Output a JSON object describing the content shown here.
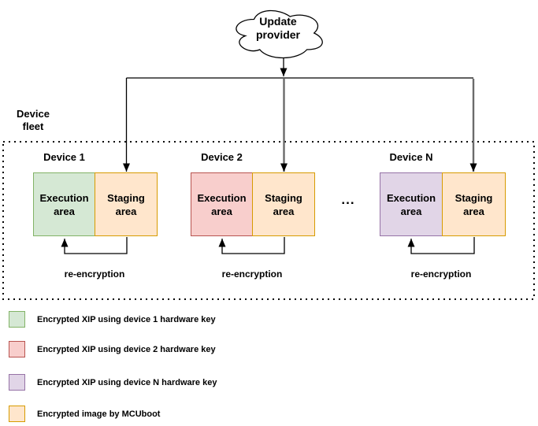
{
  "cloud": {
    "label": "Update\nprovider"
  },
  "fleet": {
    "label": "Device\nfleet"
  },
  "ellipsis": "...",
  "devices": [
    {
      "name": "Device 1",
      "execution": {
        "label": "Execution\narea",
        "fill": "#d5e8d4",
        "stroke": "#82b366"
      },
      "staging": {
        "label": "Staging\narea",
        "fill": "#ffe6cc",
        "stroke": "#d79b00"
      },
      "reencryption": "re-encryption"
    },
    {
      "name": "Device 2",
      "execution": {
        "label": "Execution\narea",
        "fill": "#f8cecc",
        "stroke": "#b85450"
      },
      "staging": {
        "label": "Staging\narea",
        "fill": "#ffe6cc",
        "stroke": "#d79b00"
      },
      "reencryption": "re-encryption"
    },
    {
      "name": "Device N",
      "execution": {
        "label": "Execution\narea",
        "fill": "#e1d5e7",
        "stroke": "#9673a6"
      },
      "staging": {
        "label": "Staging\narea",
        "fill": "#ffe6cc",
        "stroke": "#d79b00"
      },
      "reencryption": "re-encryption"
    }
  ],
  "legend": {
    "items": [
      {
        "label": "Encrypted XIP using device 1 hardware key",
        "fill": "#d5e8d4",
        "stroke": "#82b366"
      },
      {
        "label": "Encrypted XIP using device 2 hardware key",
        "fill": "#f8cecc",
        "stroke": "#b85450"
      },
      {
        "label": "Encrypted XIP using device N hardware key",
        "fill": "#e1d5e7",
        "stroke": "#9673a6"
      },
      {
        "label": "Encrypted image by MCUboot",
        "fill": "#ffe6cc",
        "stroke": "#d79b00"
      }
    ]
  }
}
